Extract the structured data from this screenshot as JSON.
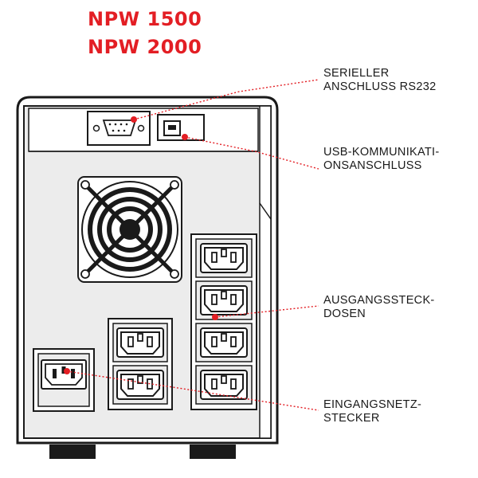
{
  "header": {
    "model_1": "NPW 1500",
    "model_2": "NPW 2000"
  },
  "callouts": [
    {
      "id": "serial",
      "lines": [
        "SERIELLER",
        "ANSCHLUSS RS232"
      ]
    },
    {
      "id": "usb",
      "lines": [
        "USB-KOMMUNIKATI-",
        "ONSANSCHLUSS"
      ]
    },
    {
      "id": "outlets",
      "lines": [
        "AUSGANGSSTECK-",
        "DOSEN"
      ]
    },
    {
      "id": "inlet",
      "lines": [
        "EINGANGSNETZ-",
        "STECKER"
      ]
    }
  ],
  "colors": {
    "accent": "#e31e24",
    "outline": "#1a1a1a",
    "panel": "#ececec",
    "shading": "#dcdcdc"
  }
}
